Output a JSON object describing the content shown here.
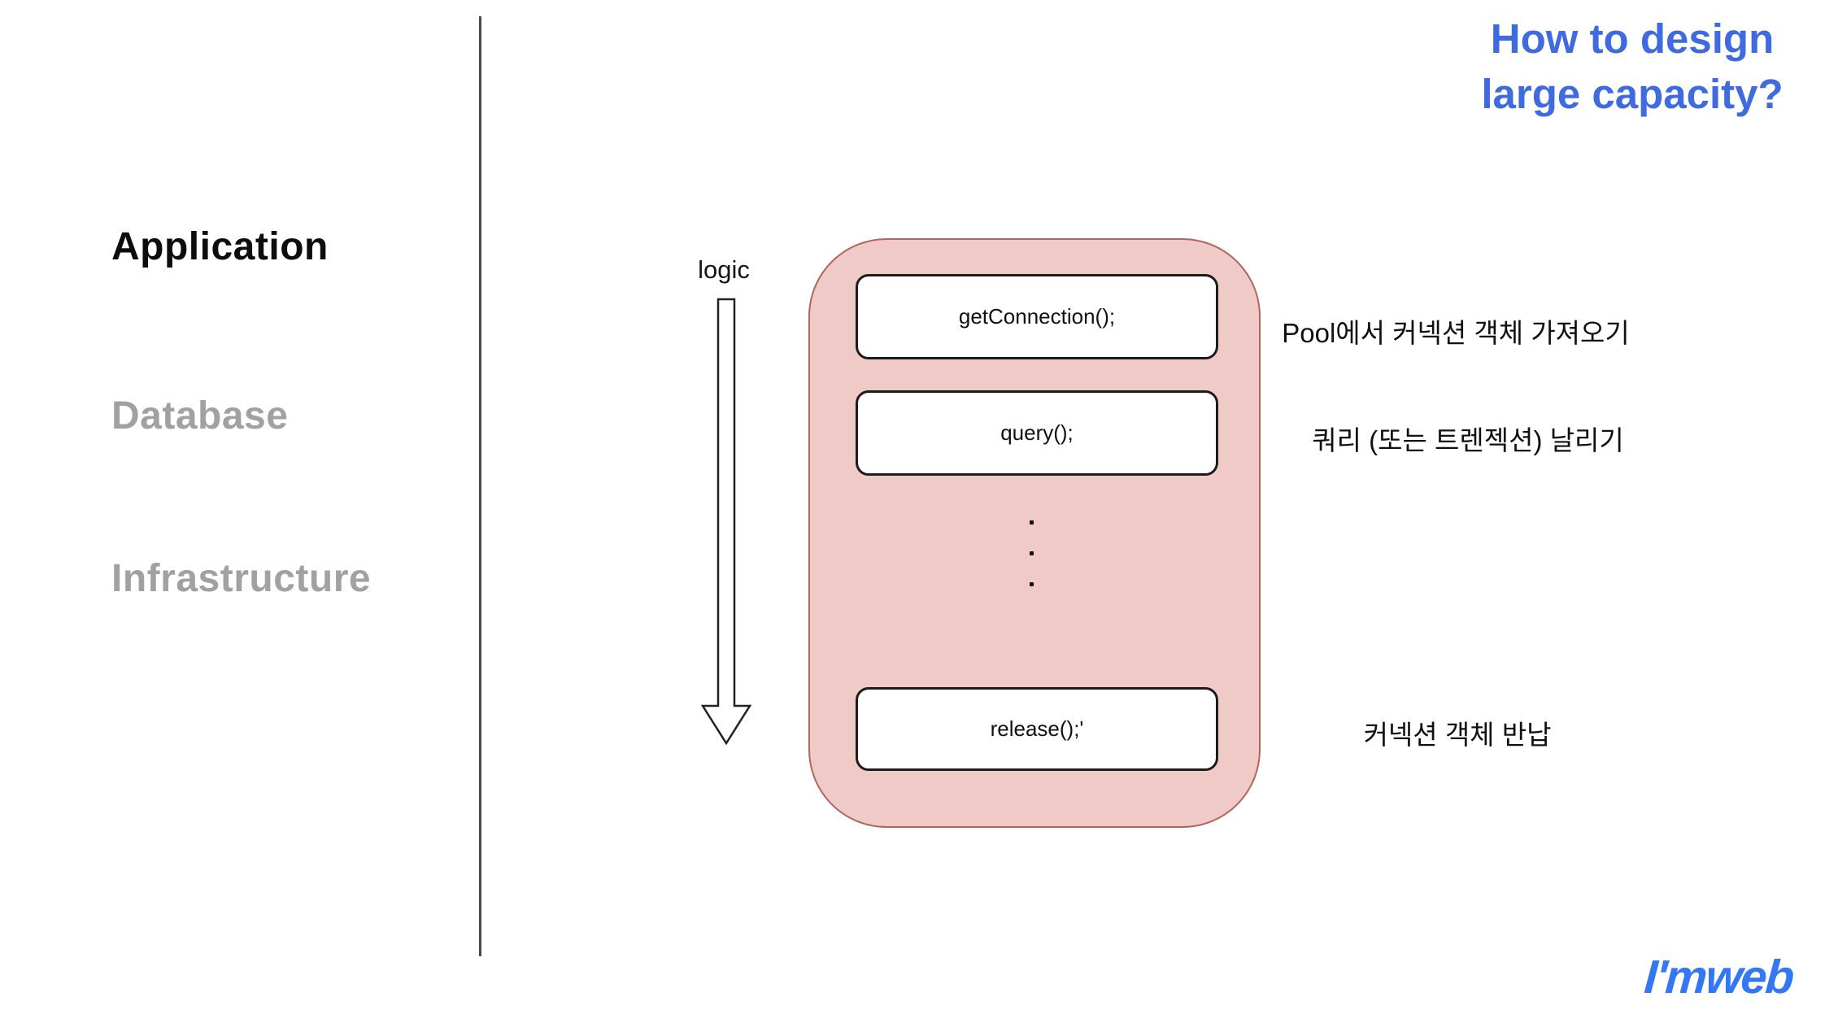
{
  "slide": {
    "title": {
      "line1": "How to design",
      "line2": "large capacity?",
      "color": "#3f6ae0"
    },
    "sidebar": {
      "items": [
        {
          "label": "Application",
          "active": true
        },
        {
          "label": "Database",
          "active": false
        },
        {
          "label": "Infrastructure",
          "active": false
        }
      ],
      "active_color": "#0d0d0d",
      "inactive_color": "#a1a1a1"
    },
    "diagram": {
      "flow_label": "logic",
      "container_fill": "#efcac6",
      "container_border": "#b2655d",
      "steps": [
        {
          "code": "getConnection();",
          "annotation": "Pool에서 커넥션 객체 가져오기"
        },
        {
          "code": "query();",
          "annotation": "쿼리 (또는 트렌젝션) 날리기"
        },
        {
          "code": "release();'",
          "annotation": "커넥션 객체 반납"
        }
      ],
      "ellipsis": "···"
    },
    "footer": {
      "logo_text": "I'mweb",
      "logo_color": "#3377f5"
    }
  }
}
